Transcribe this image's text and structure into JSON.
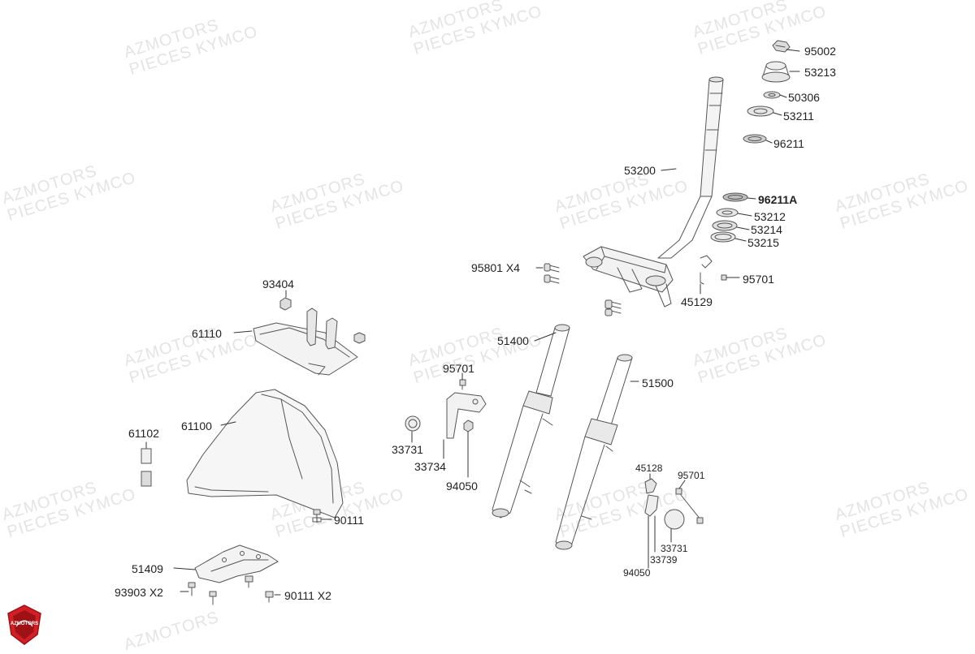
{
  "watermark": {
    "line1": "AZMOTORS",
    "line2": "PIECES KYMCO"
  },
  "logo": {
    "text": "AZMOTORS",
    "color_outer": "#d21f26",
    "color_inner": "#9e1216"
  },
  "colors": {
    "stroke": "#555555",
    "label": "#222222",
    "watermark": "#e4e4e4"
  },
  "parts": {
    "p95002": "95002",
    "p53213": "53213",
    "p50306": "50306",
    "p53211": "53211",
    "p96211": "96211",
    "p53200": "53200",
    "p96211A": "96211A",
    "p53212": "53212",
    "p53214": "53214",
    "p53215": "53215",
    "p95801": "95801  X4",
    "p95701a": "95701",
    "p45129": "45129",
    "p93404": "93404",
    "p61110": "61110",
    "p51400": "51400",
    "p95701b": "95701",
    "p51500": "51500",
    "p61102": "61102",
    "p61100": "61100",
    "p33731a": "33731",
    "p33734": "33734",
    "p94050a": "94050",
    "p45128": "45128",
    "p95701c": "95701",
    "p90111a": "90111",
    "p33731b": "33731",
    "p33739": "33739",
    "p94050b": "94050",
    "p51409": "51409",
    "p93903": "93903  X2",
    "p90111b": "90111  X2"
  }
}
